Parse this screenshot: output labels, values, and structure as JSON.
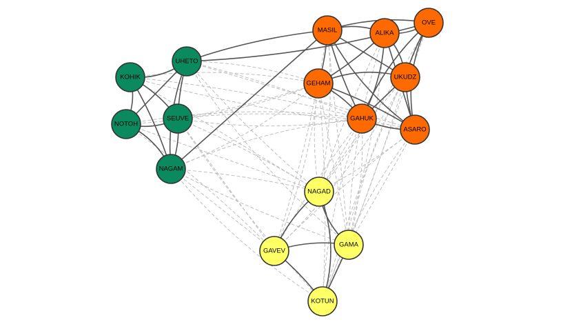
{
  "colors": {
    "green": "#0b8a5f",
    "orange": "#ff6a00",
    "yellow": "#ffff66",
    "solid_edge": "#555555",
    "dashed_edge": "#bdbdbd"
  },
  "nodes": [
    {
      "id": "MASIL",
      "label": "MASIL",
      "group": "orange"
    },
    {
      "id": "ALIKA",
      "label": "ALIKA",
      "group": "orange"
    },
    {
      "id": "OVE",
      "label": "OVE",
      "group": "orange"
    },
    {
      "id": "GEHAM",
      "label": "GEHAM",
      "group": "orange"
    },
    {
      "id": "UKUDZ",
      "label": "UKUDZ",
      "group": "orange"
    },
    {
      "id": "GAHUK",
      "label": "GAHUK",
      "group": "orange"
    },
    {
      "id": "ASARO",
      "label": "ASARO",
      "group": "orange"
    },
    {
      "id": "KOHIK",
      "label": "KOHIK",
      "group": "green"
    },
    {
      "id": "UHETO",
      "label": "UHETO",
      "group": "green"
    },
    {
      "id": "NOTOH",
      "label": "NOTOH",
      "group": "green"
    },
    {
      "id": "SEUVE",
      "label": "SEUVE",
      "group": "green"
    },
    {
      "id": "NAGAM",
      "label": "NAGAM",
      "group": "green"
    },
    {
      "id": "NAGAD",
      "label": "NAGAD",
      "group": "yellow"
    },
    {
      "id": "GAVEV",
      "label": "GAVEV",
      "group": "yellow"
    },
    {
      "id": "GAMA",
      "label": "GAMA",
      "group": "yellow"
    },
    {
      "id": "KOTUN",
      "label": "KOTUN",
      "group": "yellow"
    }
  ],
  "solid_edges": [
    [
      "MASIL",
      "ALIKA"
    ],
    [
      "MASIL",
      "OVE"
    ],
    [
      "MASIL",
      "GEHAM"
    ],
    [
      "MASIL",
      "UKUDZ"
    ],
    [
      "MASIL",
      "GAHUK"
    ],
    [
      "MASIL",
      "ASARO"
    ],
    [
      "ALIKA",
      "OVE"
    ],
    [
      "ALIKA",
      "UKUDZ"
    ],
    [
      "ALIKA",
      "GAHUK"
    ],
    [
      "ALIKA",
      "GEHAM"
    ],
    [
      "ALIKA",
      "ASARO"
    ],
    [
      "OVE",
      "UKUDZ"
    ],
    [
      "OVE",
      "GAHUK"
    ],
    [
      "OVE",
      "ASARO"
    ],
    [
      "GEHAM",
      "UKUDZ"
    ],
    [
      "GEHAM",
      "GAHUK"
    ],
    [
      "GEHAM",
      "ASARO"
    ],
    [
      "UKUDZ",
      "GAHUK"
    ],
    [
      "UKUDZ",
      "ASARO"
    ],
    [
      "GAHUK",
      "ASARO"
    ],
    [
      "KOHIK",
      "UHETO"
    ],
    [
      "KOHIK",
      "NOTOH"
    ],
    [
      "KOHIK",
      "SEUVE"
    ],
    [
      "KOHIK",
      "NAGAM"
    ],
    [
      "UHETO",
      "NOTOH"
    ],
    [
      "UHETO",
      "SEUVE"
    ],
    [
      "UHETO",
      "NAGAM"
    ],
    [
      "NOTOH",
      "SEUVE"
    ],
    [
      "NOTOH",
      "NAGAM"
    ],
    [
      "SEUVE",
      "NAGAM"
    ],
    [
      "UHETO",
      "MASIL"
    ],
    [
      "NAGAM",
      "MASIL"
    ],
    [
      "UHETO",
      "OVE"
    ],
    [
      "NAGAD",
      "GAVEV"
    ],
    [
      "NAGAD",
      "GAMA"
    ],
    [
      "NAGAD",
      "KOTUN"
    ],
    [
      "GAVEV",
      "GAMA"
    ],
    [
      "GAVEV",
      "KOTUN"
    ],
    [
      "GAMA",
      "KOTUN"
    ]
  ],
  "dashed_edges": [
    [
      "UHETO",
      "GEHAM"
    ],
    [
      "UHETO",
      "GAHUK"
    ],
    [
      "UHETO",
      "ASARO"
    ],
    [
      "UHETO",
      "NAGAD"
    ],
    [
      "UHETO",
      "GAMA"
    ],
    [
      "KOHIK",
      "GEHAM"
    ],
    [
      "KOHIK",
      "GAHUK"
    ],
    [
      "KOHIK",
      "NAGAD"
    ],
    [
      "KOHIK",
      "ASARO"
    ],
    [
      "NOTOH",
      "GEHAM"
    ],
    [
      "NOTOH",
      "GAHUK"
    ],
    [
      "NOTOH",
      "GAVEV"
    ],
    [
      "NOTOH",
      "NAGAD"
    ],
    [
      "SEUVE",
      "GEHAM"
    ],
    [
      "SEUVE",
      "GAHUK"
    ],
    [
      "SEUVE",
      "ASARO"
    ],
    [
      "SEUVE",
      "NAGAD"
    ],
    [
      "SEUVE",
      "GAVEV"
    ],
    [
      "SEUVE",
      "KOTUN"
    ],
    [
      "NAGAM",
      "GEHAM"
    ],
    [
      "NAGAM",
      "GAHUK"
    ],
    [
      "NAGAM",
      "NAGAD"
    ],
    [
      "NAGAM",
      "GAVEV"
    ],
    [
      "NAGAM",
      "GAMA"
    ],
    [
      "NAGAM",
      "KOTUN"
    ],
    [
      "MASIL",
      "NAGAD"
    ],
    [
      "MASIL",
      "GAVEV"
    ],
    [
      "MASIL",
      "GAMA"
    ],
    [
      "ALIKA",
      "NAGAD"
    ],
    [
      "ALIKA",
      "GAMA"
    ],
    [
      "ALIKA",
      "KOTUN"
    ],
    [
      "OVE",
      "NAGAD"
    ],
    [
      "OVE",
      "GAMA"
    ],
    [
      "OVE",
      "KOTUN"
    ],
    [
      "GEHAM",
      "NAGAD"
    ],
    [
      "GEHAM",
      "GAVEV"
    ],
    [
      "GEHAM",
      "KOTUN"
    ],
    [
      "GEHAM",
      "GAMA"
    ],
    [
      "UKUDZ",
      "NAGAD"
    ],
    [
      "UKUDZ",
      "GAMA"
    ],
    [
      "UKUDZ",
      "GAVEV"
    ],
    [
      "UKUDZ",
      "KOTUN"
    ],
    [
      "GAHUK",
      "NAGAD"
    ],
    [
      "GAHUK",
      "GAVEV"
    ],
    [
      "GAHUK",
      "KOTUN"
    ],
    [
      "GAHUK",
      "GAMA"
    ],
    [
      "ASARO",
      "NAGAD"
    ],
    [
      "ASARO",
      "GAMA"
    ],
    [
      "ASARO",
      "GAVEV"
    ],
    [
      "ASARO",
      "KOTUN"
    ]
  ]
}
